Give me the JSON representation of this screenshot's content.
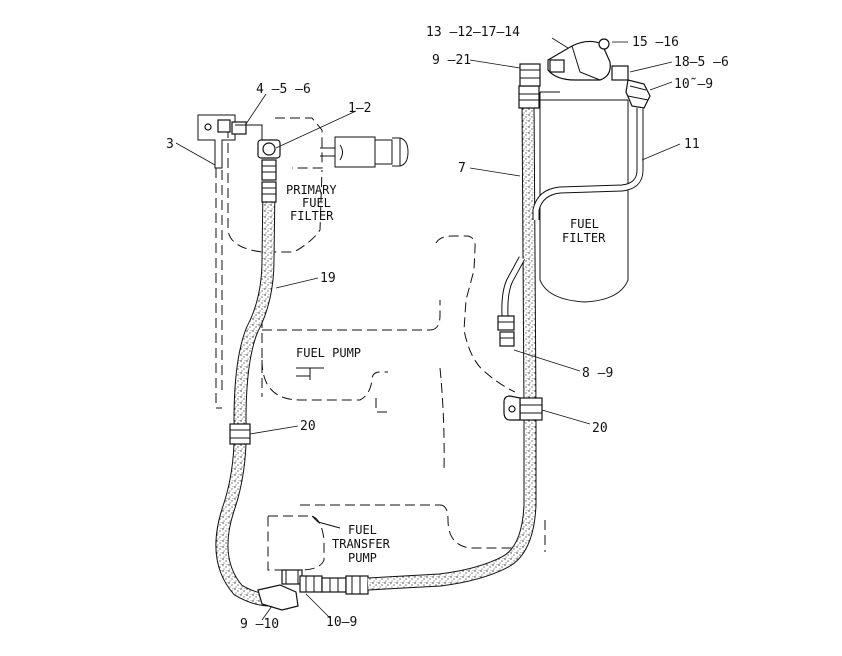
{
  "components": {
    "primary_fuel_filter": [
      "PRIMARY",
      "FUEL",
      "FILTER"
    ],
    "fuel_filter": [
      "FUEL",
      "FILTER"
    ],
    "fuel_pump": "FUEL PUMP",
    "fuel_transfer_pump": [
      "FUEL",
      "TRANSFER",
      "PUMP"
    ]
  },
  "callouts": {
    "c_13_12_17_14": "13 –12–17–14",
    "c_15_16": "15 –16",
    "c_9_21": "9 –21",
    "c_18_5_6": "18–5 –6",
    "c_10_9_top": "10̃ –9",
    "c_11": "11",
    "c_7": "7",
    "c_4_5_6": "4 –5 –6",
    "c_1_2": "1–2",
    "c_3": "3",
    "c_19": "19",
    "c_20_left": "20",
    "c_20_right": "20",
    "c_8_9": "8 –9",
    "c_9_10": "9 –10",
    "c_10_9_bottom": "10–9"
  }
}
